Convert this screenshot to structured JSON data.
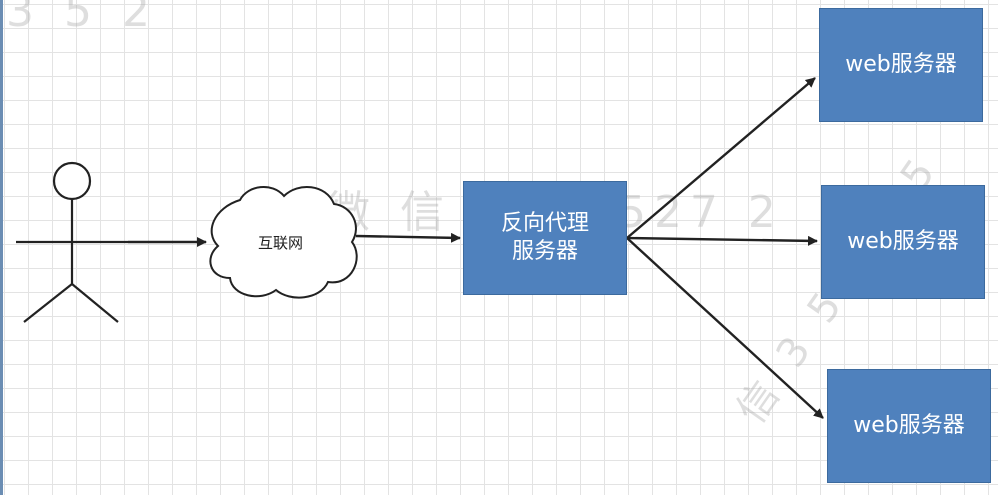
{
  "nodes": {
    "internet_label": "互联网",
    "proxy_line1": "反向代理",
    "proxy_line2": "服务器",
    "web1": "web服务器",
    "web2": "web服务器",
    "web3": "web服务器"
  },
  "watermark": {
    "wechat_text": "微 信 3528527 2",
    "top_left": "3 5 2",
    "bottom_right": "信 3 5 2 8 5"
  },
  "colors": {
    "box_fill": "#4f81bd",
    "box_text": "#ffffff",
    "line": "#222222"
  }
}
